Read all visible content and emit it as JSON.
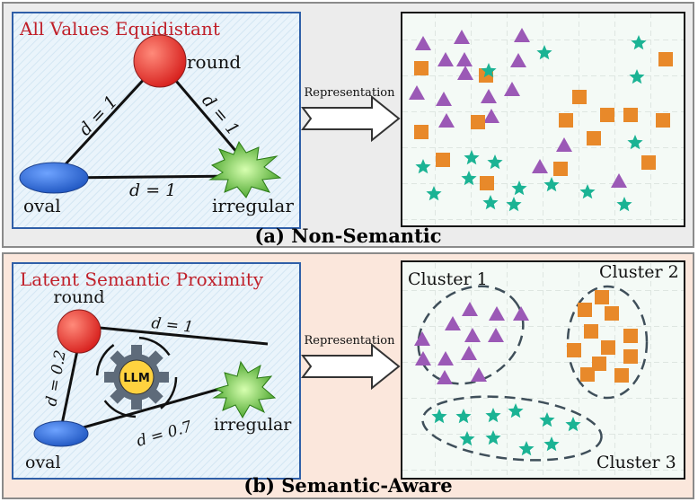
{
  "panel_a": {
    "title": "All Values Equidistant",
    "caption": "(a) Non-Semantic",
    "shape_labels": {
      "round": "round",
      "oval": "oval",
      "irregular": "irregular"
    },
    "edges": {
      "left": "d = 1",
      "right": "d = 1",
      "bottom": "d = 1"
    },
    "arrow_label": "Representation"
  },
  "panel_b": {
    "title": "Latent Semantic Proximity",
    "caption": "(b) Semantic-Aware",
    "shape_labels": {
      "round": "round",
      "oval": "oval",
      "irregular": "irregular"
    },
    "edges": {
      "left": "d = 0.2",
      "top": "d = 1",
      "bottom": "d = 0.7"
    },
    "gear_label": "LLM",
    "arrow_label": "Representation",
    "clusters": [
      "Cluster 1",
      "Cluster 2",
      "Cluster 3"
    ]
  },
  "colors": {
    "triangle": "#9b59b6",
    "square": "#e8892a",
    "star": "#1bb394",
    "title_red": "#c0202a",
    "round": "#e23b3b",
    "oval": "#2f6fd6",
    "irregular": "#5cc23a",
    "box_border": "#2f5fa8",
    "gear": "#5e6b7a",
    "gear_center": "#ffd23f"
  }
}
